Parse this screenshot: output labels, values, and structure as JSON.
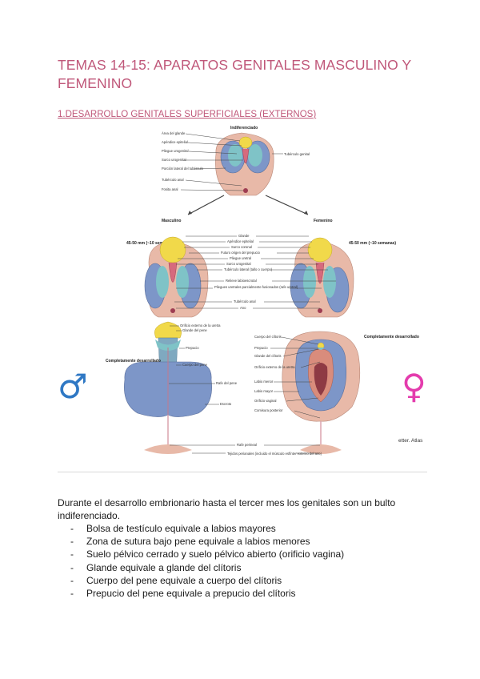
{
  "document": {
    "title": "TEMAS 14-15: APARATOS GENITALES MASCULINO Y FEMENINO",
    "section_heading": "1.DESARROLLO GENITALES SUPERFICIALES (EXTERNOS)",
    "paragraph": "Durante el desarrollo embrionario hasta el tercer mes los genitales son un bulto indiferenciado.",
    "list_items": [
      "Bolsa de testículo equivale a labios mayores",
      "Zona de sutura bajo pene equivale a labios menores",
      "Suelo pélvico cerrado y suelo pélvico abierto (orificio vagina)",
      "Glande equivale a glande del clítoris",
      "Cuerpo del pene equivale a cuerpo del clítoris",
      "Prepucio del pene equivale a prepucio del clítoris"
    ],
    "list_marker": "-"
  },
  "figure": {
    "headings": {
      "indiferenciado": "Indiferenciado",
      "masculino": "Masculino",
      "femenino": "Femenino",
      "male_age": "45-50 mm (~10 semanas)",
      "female_age": "45-50 mm (~10 semanas)",
      "male_complete": "Completamente desarrollado",
      "female_complete": "Completamente desarrollado"
    },
    "indiff_labels": [
      "Área del glande",
      "Apéndice epitelial",
      "Pliegue urogenital",
      "Surco urogenital",
      "Porción lateral del tubérculo",
      "Tubérculo anal",
      "Fosita anal"
    ],
    "indiff_right_label": "Tubérculo genital",
    "middle_labels": [
      "Glande",
      "Apéndice epitelial",
      "Surco coronal",
      "Futuro origen del prepucio",
      "Pliegue uretral",
      "Surco urogenital",
      "Tubérculo lateral (tallo o cuerpo)",
      "Relieve labioescrotal",
      "Pliegues uretrales parcialmente fusionados (rafe uretral)",
      "Tubérculo anal",
      "Ano"
    ],
    "male_labels": [
      "Orificio externo de la uretra",
      "Glande del pene",
      "Prepucio",
      "Cuerpo del pene",
      "Rafe del pene",
      "Escroto"
    ],
    "female_labels": [
      "Cuerpo del clítoris",
      "Prepucio",
      "Glande del clítoris",
      "Orificio externo de la uretra",
      "Labio menor",
      "Labio mayor",
      "Orificio vaginal",
      "Comisura posterior"
    ],
    "bottom_labels": [
      "Rafe perineal",
      "Tejidos perianales (incluido el músculo esfínter externo del ano)"
    ],
    "credit": "etter. Atlas",
    "male_symbol": "♂",
    "female_symbol": "♀",
    "colors": {
      "glans": "#f1d94a",
      "tissue": "#e8b9a8",
      "blue": "#7d96c8",
      "teal": "#7fc3c7",
      "male_symbol": "#2f78c4",
      "female_symbol": "#e43cad"
    }
  }
}
